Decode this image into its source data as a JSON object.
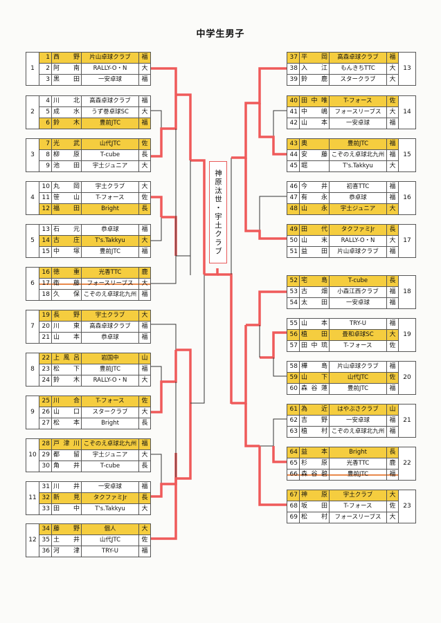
{
  "title": "中学生男子",
  "winner": "神原汰世・宇土クラブ",
  "colors": {
    "seed": "#f5cd3f",
    "winner_line": "#ef5a5a",
    "line": "#333333",
    "strike": "#e8884a"
  },
  "left_groups": [
    {
      "no": "1",
      "players": [
        {
          "num": "1",
          "name": "西　野",
          "club": "片山卓球クラブ",
          "pref": "福",
          "seed": true
        },
        {
          "num": "2",
          "name": "阿　南",
          "club": "RALLY-O・N",
          "pref": "大"
        },
        {
          "num": "3",
          "name": "黒　田",
          "club": "一安卓球",
          "pref": "福"
        }
      ]
    },
    {
      "no": "2",
      "players": [
        {
          "num": "4",
          "name": "川　北",
          "club": "高森卓球クラブ",
          "pref": "福"
        },
        {
          "num": "5",
          "name": "成　水",
          "club": "うず巻卓球SC",
          "pref": "大"
        },
        {
          "num": "6",
          "name": "鈴　木",
          "club": "豊前JTC",
          "pref": "福",
          "seed": true
        }
      ]
    },
    {
      "no": "3",
      "players": [
        {
          "num": "7",
          "name": "光　武",
          "club": "山代JTC",
          "pref": "佐",
          "seed": true
        },
        {
          "num": "8",
          "name": "柳　原",
          "club": "T-cube",
          "pref": "長"
        },
        {
          "num": "9",
          "name": "池　田",
          "club": "宇土ジュニア",
          "pref": "大"
        }
      ]
    },
    {
      "no": "4",
      "players": [
        {
          "num": "10",
          "name": "丸　岡",
          "club": "宇土クラブ",
          "pref": "大"
        },
        {
          "num": "11",
          "name": "笹　山",
          "club": "T-フォース",
          "pref": "佐"
        },
        {
          "num": "12",
          "name": "福　田",
          "club": "Bright",
          "pref": "長",
          "seed": true
        }
      ]
    },
    {
      "no": "5",
      "players": [
        {
          "num": "13",
          "name": "石　元",
          "club": "恭卓球",
          "pref": "福"
        },
        {
          "num": "14",
          "name": "古　庄",
          "club": "T's.Takkyu",
          "pref": "大",
          "seed": true
        },
        {
          "num": "15",
          "name": "中　塚",
          "club": "豊前JTC",
          "pref": "福"
        }
      ]
    },
    {
      "no": "6",
      "players": [
        {
          "num": "16",
          "name": "徳　重",
          "club": "光香TTC",
          "pref": "鹿",
          "seed": true
        },
        {
          "num": "17",
          "name": "衛　藤",
          "club": "フォースリーブス",
          "pref": "大",
          "strike": true
        },
        {
          "num": "18",
          "name": "久　保",
          "club": "こぞのえ卓球北九州",
          "pref": "福"
        }
      ]
    },
    {
      "no": "7",
      "players": [
        {
          "num": "19",
          "name": "長　野",
          "club": "宇土クラブ",
          "pref": "大",
          "seed": true
        },
        {
          "num": "20",
          "name": "川　東",
          "club": "高森卓球クラブ",
          "pref": "福"
        },
        {
          "num": "21",
          "name": "山　本",
          "club": "恭卓球",
          "pref": "福"
        }
      ]
    },
    {
      "no": "8",
      "players": [
        {
          "num": "22",
          "name": "上風呂",
          "club": "岩国中",
          "pref": "山",
          "seed": true
        },
        {
          "num": "23",
          "name": "松　下",
          "club": "豊前JTC",
          "pref": "福"
        },
        {
          "num": "24",
          "name": "鈴　木",
          "club": "RALLY-O・N",
          "pref": "大"
        }
      ]
    },
    {
      "no": "9",
      "players": [
        {
          "num": "25",
          "name": "川　合",
          "club": "T-フォース",
          "pref": "佐",
          "seed": true
        },
        {
          "num": "26",
          "name": "山　口",
          "club": "スタークラブ",
          "pref": "大"
        },
        {
          "num": "27",
          "name": "松　本",
          "club": "Bright",
          "pref": "長"
        }
      ]
    },
    {
      "no": "10",
      "players": [
        {
          "num": "28",
          "name": "戸津川",
          "club": "こぞのえ卓球北九州",
          "pref": "福",
          "seed": true
        },
        {
          "num": "29",
          "name": "都　留",
          "club": "宇土ジュニア",
          "pref": "大"
        },
        {
          "num": "30",
          "name": "角　井",
          "club": "T-cube",
          "pref": "長"
        }
      ]
    },
    {
      "no": "11",
      "players": [
        {
          "num": "31",
          "name": "川　井",
          "club": "一安卓球",
          "pref": "福"
        },
        {
          "num": "32",
          "name": "新　見",
          "club": "タクファミJr",
          "pref": "長",
          "seed": true
        },
        {
          "num": "33",
          "name": "田　中",
          "club": "T's.Takkyu",
          "pref": "大"
        }
      ]
    },
    {
      "no": "12",
      "players": [
        {
          "num": "34",
          "name": "藤　野",
          "club": "個人",
          "pref": "大",
          "seed": true
        },
        {
          "num": "35",
          "name": "土　井",
          "club": "山代JTC",
          "pref": "佐"
        },
        {
          "num": "36",
          "name": "河津",
          "club": "TRY-U",
          "pref": "福"
        }
      ]
    }
  ],
  "right_groups": [
    {
      "no": "13",
      "players": [
        {
          "num": "37",
          "name": "平　岡",
          "club": "高森卓球クラブ",
          "pref": "福",
          "seed": true
        },
        {
          "num": "38",
          "name": "入　江",
          "club": "もんきちTTC",
          "pref": "大"
        },
        {
          "num": "39",
          "name": "鈴　鹿",
          "club": "スタークラブ",
          "pref": "大"
        }
      ]
    },
    {
      "no": "14",
      "players": [
        {
          "num": "40",
          "name": "田中唯",
          "club": "T-フォース",
          "pref": "佐",
          "seed": true
        },
        {
          "num": "41",
          "name": "中　嶋",
          "club": "フォースリーブス",
          "pref": "大"
        },
        {
          "num": "42",
          "name": "山　本",
          "club": "一安卓球",
          "pref": "福"
        }
      ]
    },
    {
      "no": "15",
      "players": [
        {
          "num": "43",
          "name": "奥",
          "club": "豊前JTC",
          "pref": "福",
          "seed": true
        },
        {
          "num": "44",
          "name": "安　藤",
          "club": "こぞのえ卓球北九州",
          "pref": "福"
        },
        {
          "num": "45",
          "name": "堀",
          "club": "T's.Takkyu",
          "pref": "大"
        }
      ]
    },
    {
      "no": "16",
      "players": [
        {
          "num": "46",
          "name": "今　井",
          "club": "初喜TTC",
          "pref": "福"
        },
        {
          "num": "47",
          "name": "有　永",
          "club": "恭卓球",
          "pref": "福"
        },
        {
          "num": "48",
          "name": "山　永",
          "club": "宇土ジュニア",
          "pref": "大",
          "seed": true
        }
      ]
    },
    {
      "no": "17",
      "players": [
        {
          "num": "49",
          "name": "田　代",
          "club": "タクファミJr",
          "pref": "長",
          "seed": true
        },
        {
          "num": "50",
          "name": "山　末",
          "club": "RALLY-O・N",
          "pref": "大"
        },
        {
          "num": "51",
          "name": "益　田",
          "club": "片山卓球クラブ",
          "pref": "福"
        }
      ]
    },
    {
      "no": "18",
      "players": [
        {
          "num": "52",
          "name": "宅　島",
          "club": "T-cube",
          "pref": "長",
          "seed": true
        },
        {
          "num": "53",
          "name": "古　畑",
          "club": "小森江西クラブ",
          "pref": "福"
        },
        {
          "num": "54",
          "name": "太　田",
          "club": "一安卓球",
          "pref": "福"
        }
      ]
    },
    {
      "no": "19",
      "players": [
        {
          "num": "55",
          "name": "山　本",
          "club": "TRY-U",
          "pref": "福"
        },
        {
          "num": "56",
          "name": "植　田",
          "club": "畳和卓球SC",
          "pref": "大",
          "seed": true
        },
        {
          "num": "57",
          "name": "田中琉",
          "club": "T-フォース",
          "pref": "佐"
        }
      ]
    },
    {
      "no": "20",
      "players": [
        {
          "num": "58",
          "name": "樺　島",
          "club": "片山卓球クラブ",
          "pref": "福"
        },
        {
          "num": "59",
          "name": "山　下",
          "club": "山代JTC",
          "pref": "佐",
          "seed": true
        },
        {
          "num": "60",
          "name": "森谷蓮",
          "club": "豊前JTC",
          "pref": "福"
        }
      ]
    },
    {
      "no": "21",
      "players": [
        {
          "num": "61",
          "name": "為　近",
          "club": "はやぶさクラブ",
          "pref": "山",
          "seed": true
        },
        {
          "num": "62",
          "name": "吉　野",
          "club": "一安卓球",
          "pref": "福"
        },
        {
          "num": "63",
          "name": "植　村",
          "club": "こぞのえ卓球北九州",
          "pref": "福"
        }
      ]
    },
    {
      "no": "22",
      "players": [
        {
          "num": "64",
          "name": "益　本",
          "club": "Bright",
          "pref": "長",
          "seed": true
        },
        {
          "num": "65",
          "name": "杉　原",
          "club": "光香TTC",
          "pref": "鹿"
        },
        {
          "num": "66",
          "name": "森谷碧",
          "club": "豊前JTC",
          "pref": "福",
          "strike": true
        }
      ]
    },
    {
      "no": "23",
      "players": [
        {
          "num": "67",
          "name": "神　原",
          "club": "宇土クラブ",
          "pref": "大",
          "seed": true
        },
        {
          "num": "68",
          "name": "坂　田",
          "club": "T-フォース",
          "pref": "佐"
        },
        {
          "num": "69",
          "name": "松　村",
          "club": "フォースリーブス",
          "pref": "大"
        }
      ]
    }
  ]
}
